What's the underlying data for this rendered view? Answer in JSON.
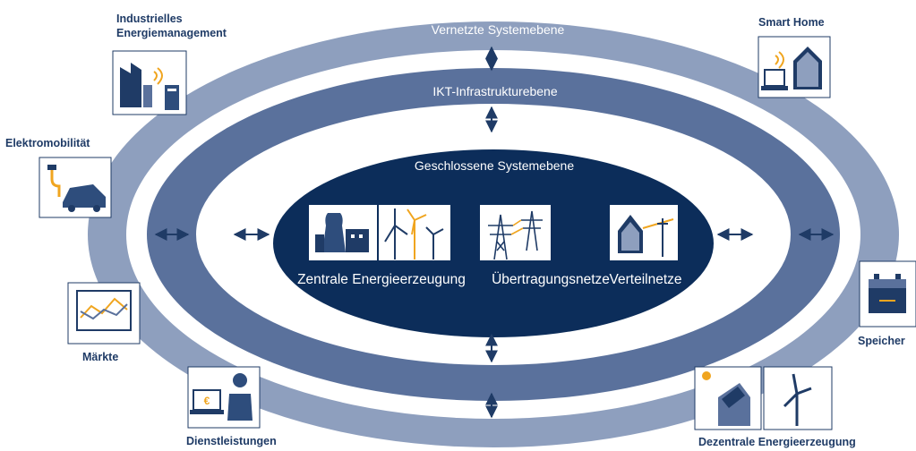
{
  "colors": {
    "outer_ring": "#8e9fbe",
    "middle_ring": "#5a719c",
    "core": "#0c2d5a",
    "ink": "#1f3b66",
    "accent": "#f0a51f"
  },
  "layers": {
    "outer": "Vernetzte Systemebene",
    "middle": "IKT-Infrastrukturebene",
    "core": "Geschlossene Systemebene"
  },
  "core_items": [
    {
      "label": "Zentrale Energieerzeugung",
      "icon": "power-plant-wind-icon"
    },
    {
      "label": "Übertragungsnetze",
      "icon": "transmission-tower-icon"
    },
    {
      "label": "Verteilnetze",
      "icon": "distribution-house-icon"
    }
  ],
  "peripherals": {
    "industrie": {
      "line1": "Industrielles",
      "line2": "Energiemanagement",
      "icon": "factory-icon"
    },
    "smart_home": {
      "label": "Smart Home",
      "icon": "smart-home-icon"
    },
    "elektromobilitaet": {
      "label": "Elektromobilität",
      "icon": "electric-car-icon"
    },
    "maerkte": {
      "label": "Märkte",
      "icon": "market-chart-icon"
    },
    "speicher": {
      "label": "Speicher",
      "icon": "battery-icon"
    },
    "dienstleistungen": {
      "label": "Dienstleistungen",
      "icon": "service-laptop-icon"
    },
    "dezentral": {
      "label": "Dezentrale Energieerzeugung",
      "icon": "solar-wind-icon"
    }
  }
}
